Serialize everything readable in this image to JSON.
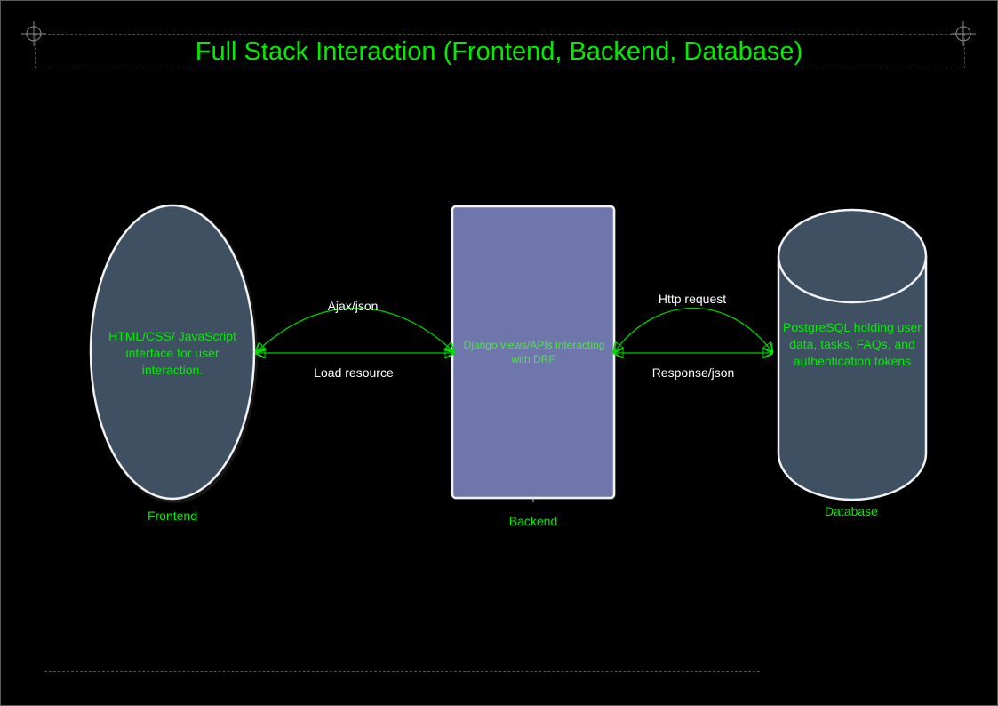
{
  "title": "Full Stack Interaction (Frontend, Backend, Database)",
  "nodes": {
    "frontend": {
      "text": "HTML/CSS/ JavaScript interface for user interaction.",
      "caption": "Frontend"
    },
    "backend": {
      "text": "Django views/APIs interacting with DRF.",
      "caption": "Backend"
    },
    "database": {
      "text": "PostgreSQL holding user data, tasks, FAQs, and authentication tokens",
      "caption": "Database"
    }
  },
  "connectors": {
    "frontend_backend": {
      "top_label": "Ajax/json",
      "bottom_label": "Load resource"
    },
    "backend_database": {
      "top_label": "Http request",
      "bottom_label": "Response/json"
    }
  },
  "colors": {
    "background": "#000000",
    "accent_green": "#00ee00",
    "node_fill": "#3e5062",
    "backend_fill": "#6f76ab",
    "node_stroke": "#ffffff",
    "connector": "#00cc00"
  },
  "icons": [
    "crosshair-icon",
    "crosshair-icon"
  ]
}
